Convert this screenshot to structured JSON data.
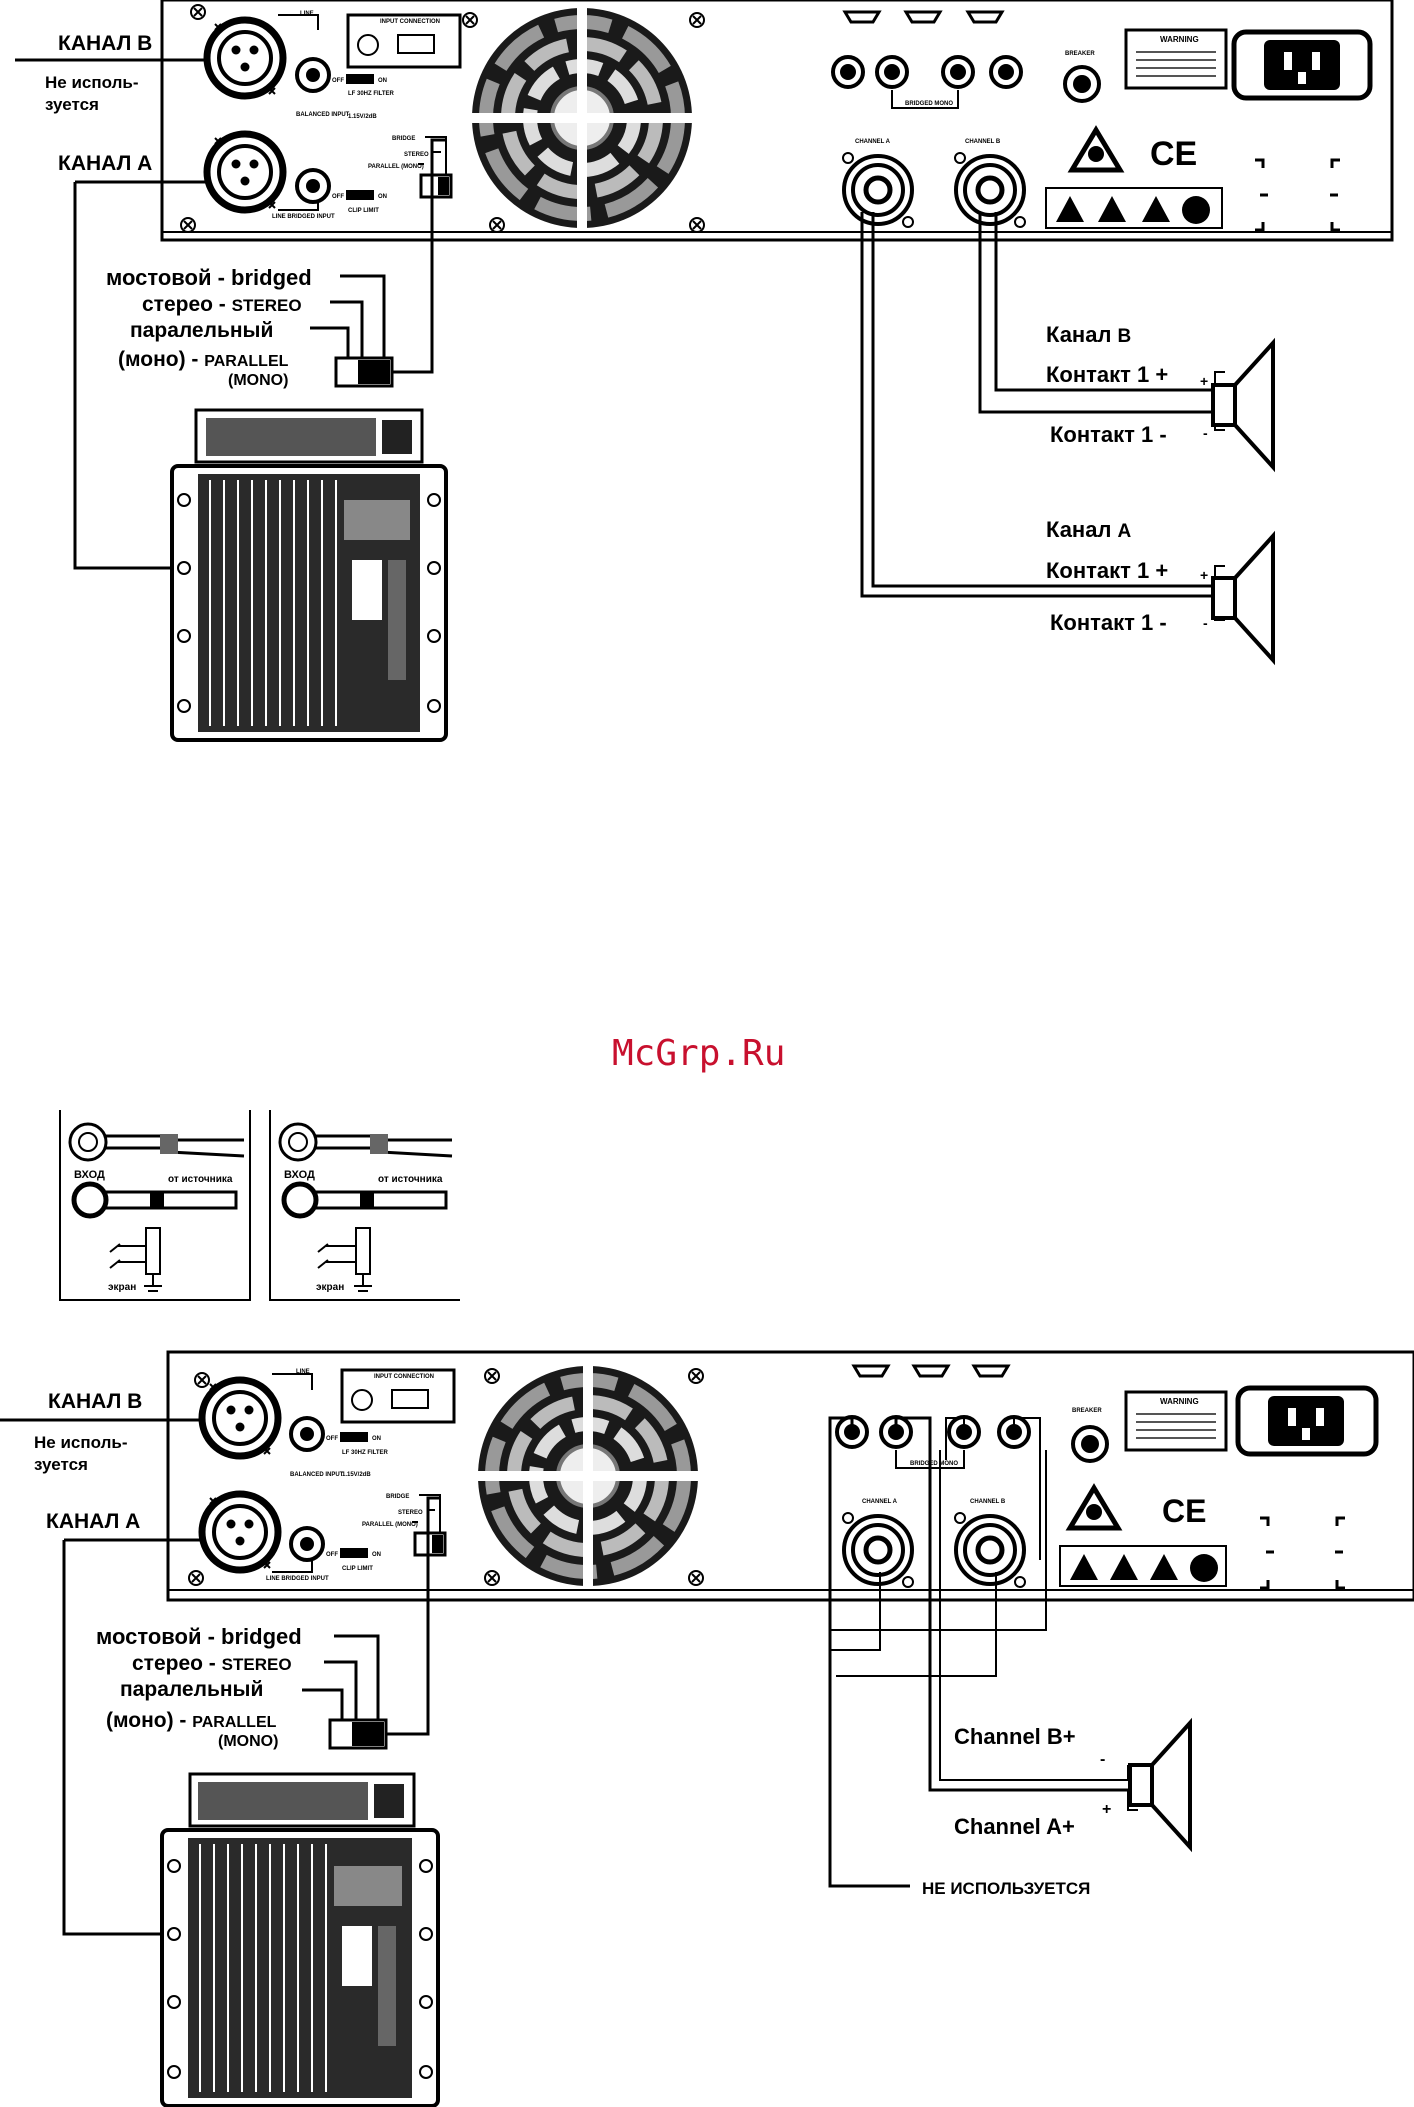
{
  "watermark": "McGrp.Ru",
  "amp_panel": {
    "balanced_input": "BALANCED INPUT",
    "line": "LINE",
    "bridged_input": "LINE BRIDGED INPUT",
    "input_connection": "INPUT CONNECTION",
    "lf_filter": "LF 30HZ FILTER",
    "sensitivity": "1.15V/2dB",
    "off": "OFF",
    "on": "ON",
    "clip_limit": "CLIP LIMIT",
    "bridge": "BRIDGE",
    "stereo": "STEREO",
    "parallel_mono": "PARALLEL (MONO)",
    "channel_a": "CHANNEL A",
    "channel_b": "CHANNEL B",
    "breaker": "BREAKER",
    "bridged_mono": "BRIDGED MONO",
    "warning_title": "WARNING",
    "ce_mark": "CE"
  },
  "diagram_top": {
    "label_channel_b": "КАНАЛ В",
    "label_not_used_1": "Не исполь-",
    "label_not_used_2": "зуется",
    "label_channel_a": "КАНАЛ А",
    "switch_bridged": "мостовой - bridged",
    "switch_stereo_ru": "стерео - ",
    "switch_stereo_en": "STEREO",
    "switch_parallel": "паралельный",
    "switch_mono_ru": "(моно) - ",
    "switch_mono_en": "PARALLEL",
    "switch_mono_paren": "(MONO)",
    "spk_b_channel_ru": "Канал ",
    "spk_b_channel_letter": "В",
    "spk_b_plus": "Контакт 1 +",
    "spk_b_minus": "Контакт 1 -",
    "spk_a_channel_ru": "Канал ",
    "spk_a_channel_letter": "А",
    "spk_a_plus": "Контакт 1 +",
    "spk_a_minus": "Контакт 1 -",
    "plus_sign": "+",
    "minus_sign": "-"
  },
  "connector_insets": {
    "input_label": "ВХОД",
    "source_label": "от источника",
    "shield_label": "экран"
  },
  "diagram_bottom": {
    "label_channel_b": "КАНАЛ В",
    "label_not_used_1": "Не исполь-",
    "label_not_used_2": "зуется",
    "label_channel_a": "КАНАЛ А",
    "switch_bridged": "мостовой - bridged",
    "switch_stereo_ru": "стерео - ",
    "switch_stereo_en": "STEREO",
    "switch_parallel": "паралельный",
    "switch_mono_ru": "(моно) - ",
    "switch_mono_en": "PARALLEL",
    "switch_mono_paren": "(MONO)",
    "spk_channel_b_plus": "Channel B+",
    "spk_channel_a_plus": "Channel A+",
    "not_used": "НЕ ИСПОЛЬЗУЕТСЯ",
    "plus_sign": "+",
    "minus_sign": "-"
  }
}
